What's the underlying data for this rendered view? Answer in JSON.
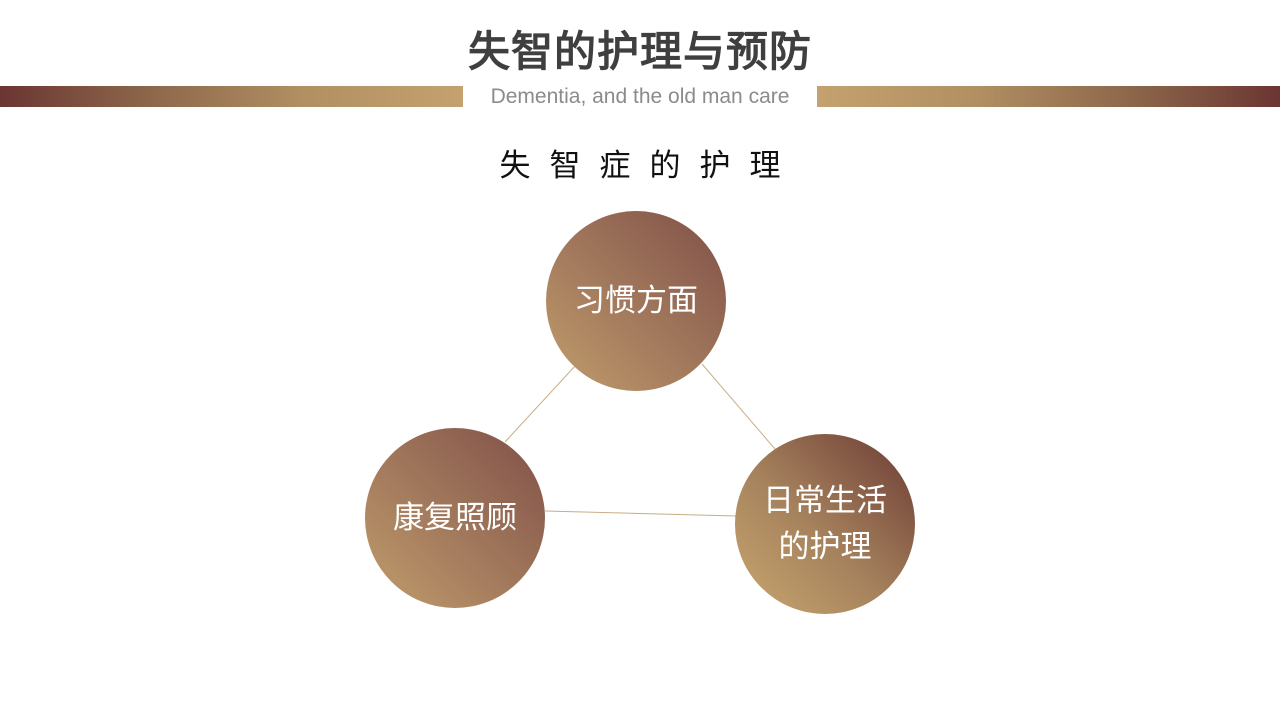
{
  "header": {
    "title": "失智的护理与预防",
    "subtitle": "Dementia, and the old man care"
  },
  "section": {
    "title": "失智症的护理"
  },
  "diagram": {
    "nodes": [
      {
        "label": "习惯方面"
      },
      {
        "label": "康复照顾"
      },
      {
        "label_line1": "日常生活",
        "label_line2": "的护理"
      }
    ]
  },
  "colors": {
    "band_dark": "#6b3532",
    "band_light": "#c4a16f",
    "circle_light": "#c19d6b",
    "circle_dark": "#7f4f47",
    "connector": "#c9ad84",
    "title_text": "#3f3f3f",
    "subtitle_text": "#8b8b8b"
  }
}
